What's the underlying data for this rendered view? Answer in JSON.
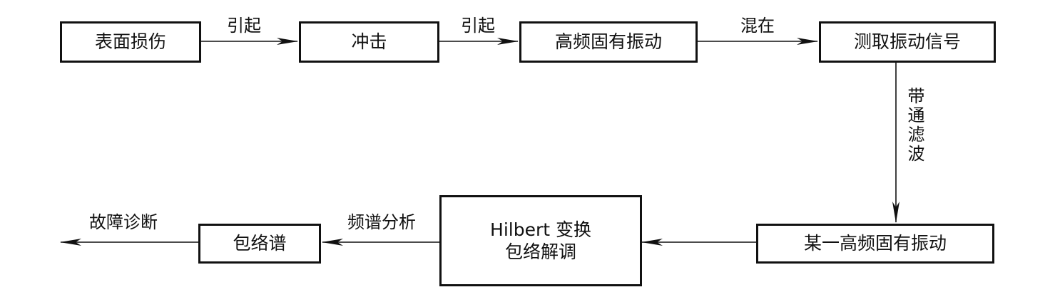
{
  "nodes": {
    "surface_damage": "表面损伤",
    "impact": "冲击",
    "hf_natural_vibration": "高频固有振动",
    "measured_signal": "测取振动信号",
    "some_hf_vibration": "某一高频固有振动",
    "hilbert_line1": "Hilbert 变换",
    "hilbert_line2": "包络解调",
    "envelope_spectrum": "包络谱"
  },
  "edges": {
    "cause1": "引起",
    "cause2": "引起",
    "mixed": "混在",
    "bandpass": "带通滤波",
    "spectrum_analysis": "频谱分析",
    "fault_diagnosis": "故障诊断"
  }
}
